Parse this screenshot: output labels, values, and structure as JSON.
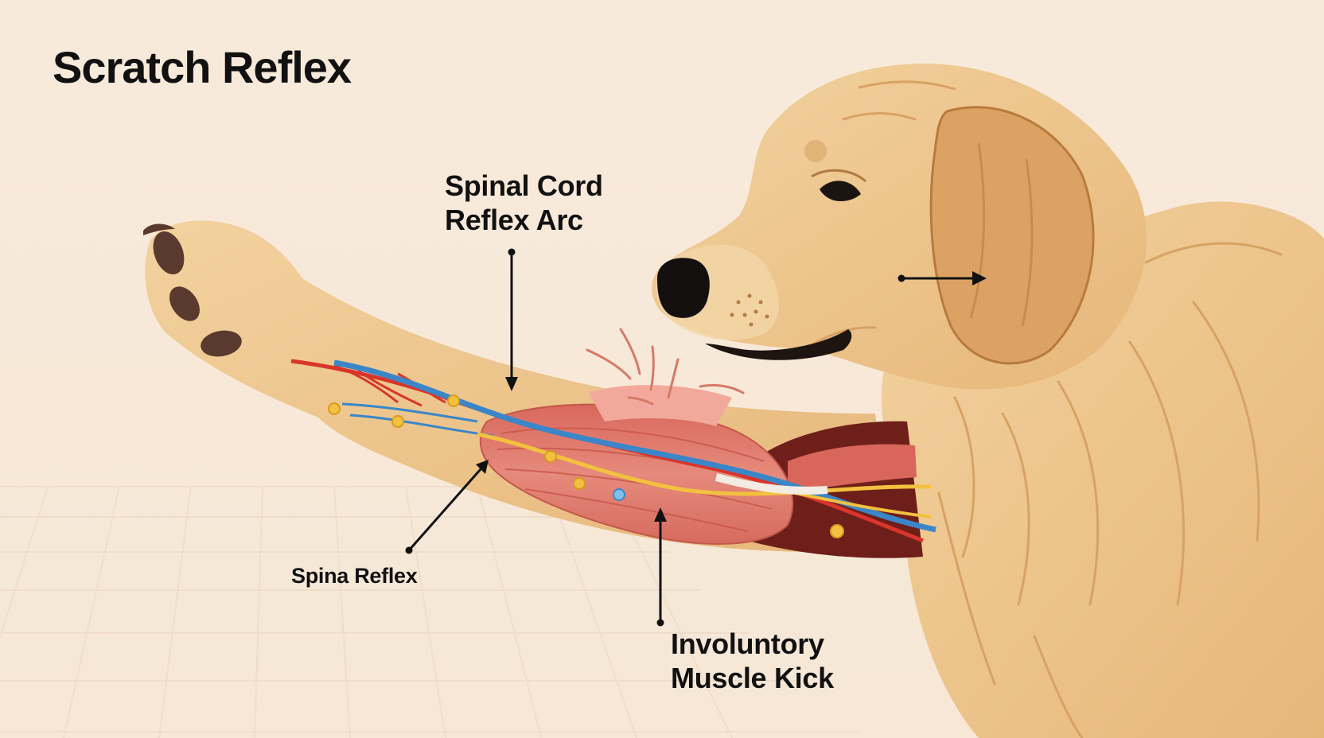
{
  "title": "Scratch Reflex",
  "labels": {
    "reflex_arc": {
      "line1": "Spinal Cord",
      "line2": "Reflex Arc"
    },
    "spina_reflex": "Spina Reflex",
    "muscle_kick": {
      "line1": "Involuntory",
      "line2": "Muscle Kick"
    }
  },
  "colors": {
    "background": "#f8ebdc",
    "fur": "#eec98e",
    "fur_dark": "#d9a566",
    "muscle": "#e07e70",
    "nerve_blue": "#3b86c8",
    "nerve_red": "#d9352b",
    "nerve_yellow": "#f2c13f",
    "label_text": "#111111"
  }
}
